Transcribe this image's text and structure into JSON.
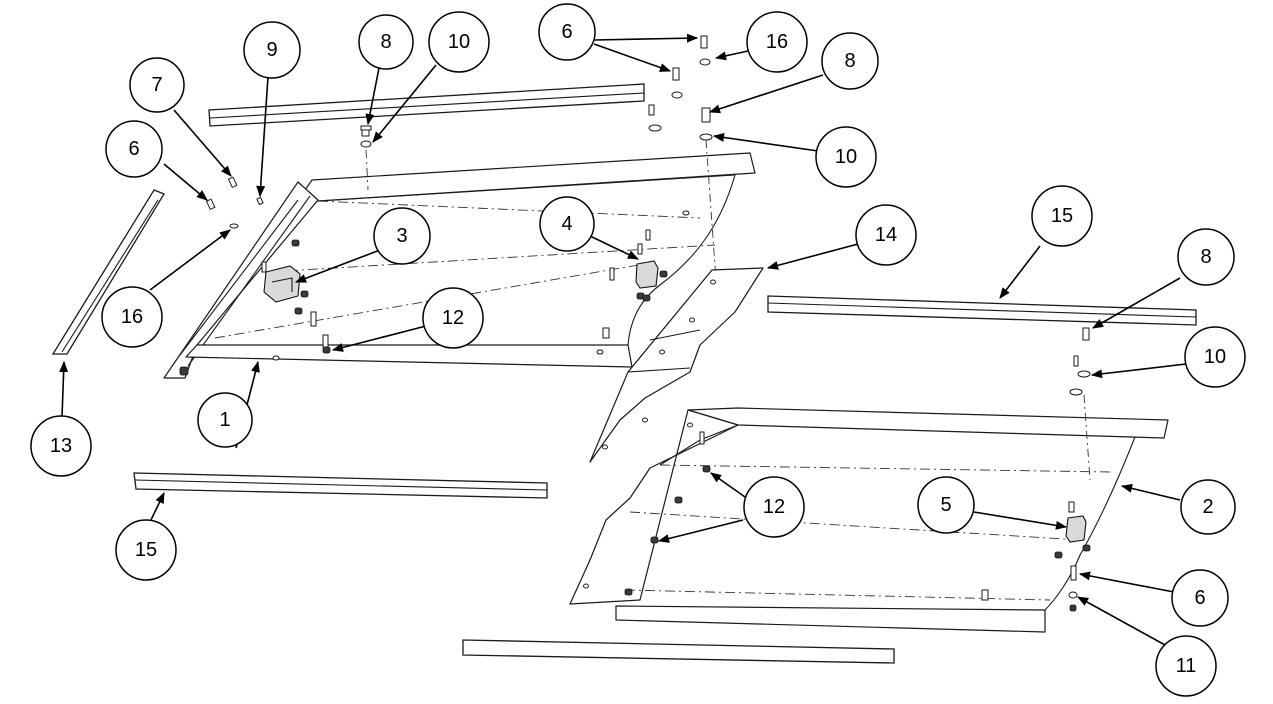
{
  "diagram": {
    "line_color": "#1a1a1a",
    "background": "#ffffff",
    "callouts": [
      {
        "label": "1"
      },
      {
        "label": "2"
      },
      {
        "label": "3"
      },
      {
        "label": "4"
      },
      {
        "label": "5"
      },
      {
        "label": "6"
      },
      {
        "label": "6"
      },
      {
        "label": "6"
      },
      {
        "label": "7"
      },
      {
        "label": "8"
      },
      {
        "label": "8"
      },
      {
        "label": "8"
      },
      {
        "label": "9"
      },
      {
        "label": "10"
      },
      {
        "label": "10"
      },
      {
        "label": "10"
      },
      {
        "label": "11"
      },
      {
        "label": "12"
      },
      {
        "label": "12"
      },
      {
        "label": "13"
      },
      {
        "label": "14"
      },
      {
        "label": "15"
      },
      {
        "label": "15"
      },
      {
        "label": "16"
      },
      {
        "label": "16"
      }
    ]
  }
}
